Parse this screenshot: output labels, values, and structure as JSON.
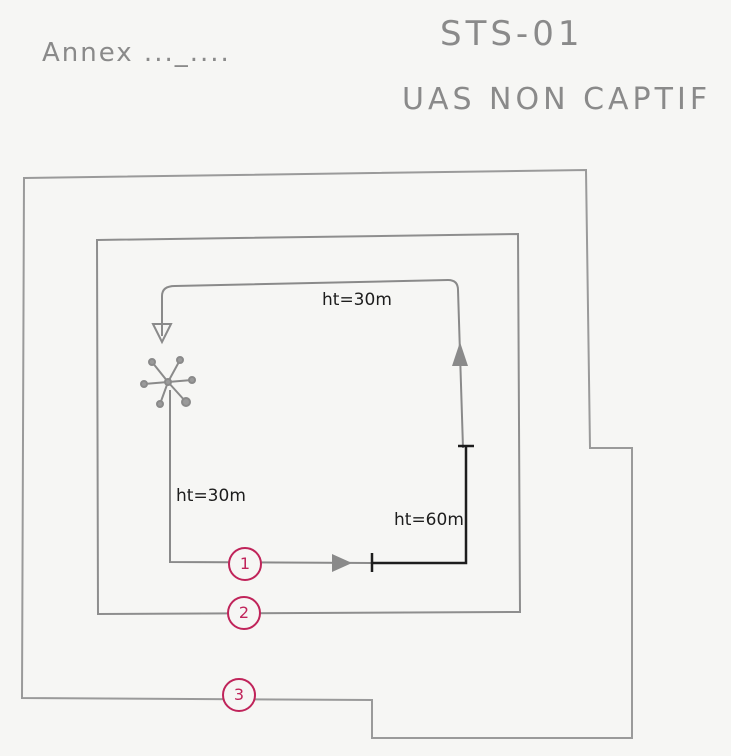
{
  "header": {
    "annex": "Annex ..._....",
    "code": "STS-01",
    "subtitle": "UAS NON CAPTIF"
  },
  "heights": {
    "top": "ht=30m",
    "left": "ht=30m",
    "right": "ht=60m"
  },
  "zones": [
    {
      "number": "1"
    },
    {
      "number": "2"
    },
    {
      "number": "3"
    }
  ],
  "colors": {
    "pencil": "#8a8a8a",
    "ink": "#1d1d1d",
    "marker": "#c0245a",
    "paper": "#f6f6f4"
  },
  "icons": [
    "drone-icon",
    "arrow-up-icon",
    "arrow-down-icon",
    "arrow-right-icon"
  ]
}
